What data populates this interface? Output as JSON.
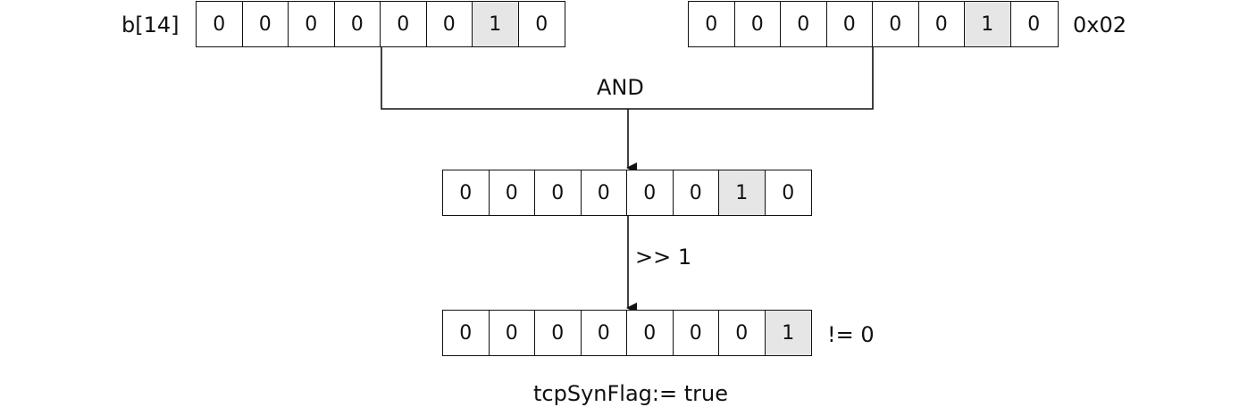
{
  "rows": {
    "input": {
      "label": "b[14]",
      "bits": [
        "0",
        "0",
        "0",
        "0",
        "0",
        "0",
        "1",
        "0"
      ],
      "highlight": 6
    },
    "mask": {
      "label": "0x02",
      "bits": [
        "0",
        "0",
        "0",
        "0",
        "0",
        "0",
        "1",
        "0"
      ],
      "highlight": 6
    },
    "and_result": {
      "bits": [
        "0",
        "0",
        "0",
        "0",
        "0",
        "0",
        "1",
        "0"
      ],
      "highlight": 6
    },
    "shifted": {
      "bits": [
        "0",
        "0",
        "0",
        "0",
        "0",
        "0",
        "0",
        "1"
      ],
      "highlight": 7,
      "label": "!= 0"
    }
  },
  "operations": {
    "and": "AND",
    "shift": ">> 1"
  },
  "result": "tcpSynFlag:= true",
  "colors": {
    "line": "#111111",
    "highlight": "#e6e6e6"
  }
}
